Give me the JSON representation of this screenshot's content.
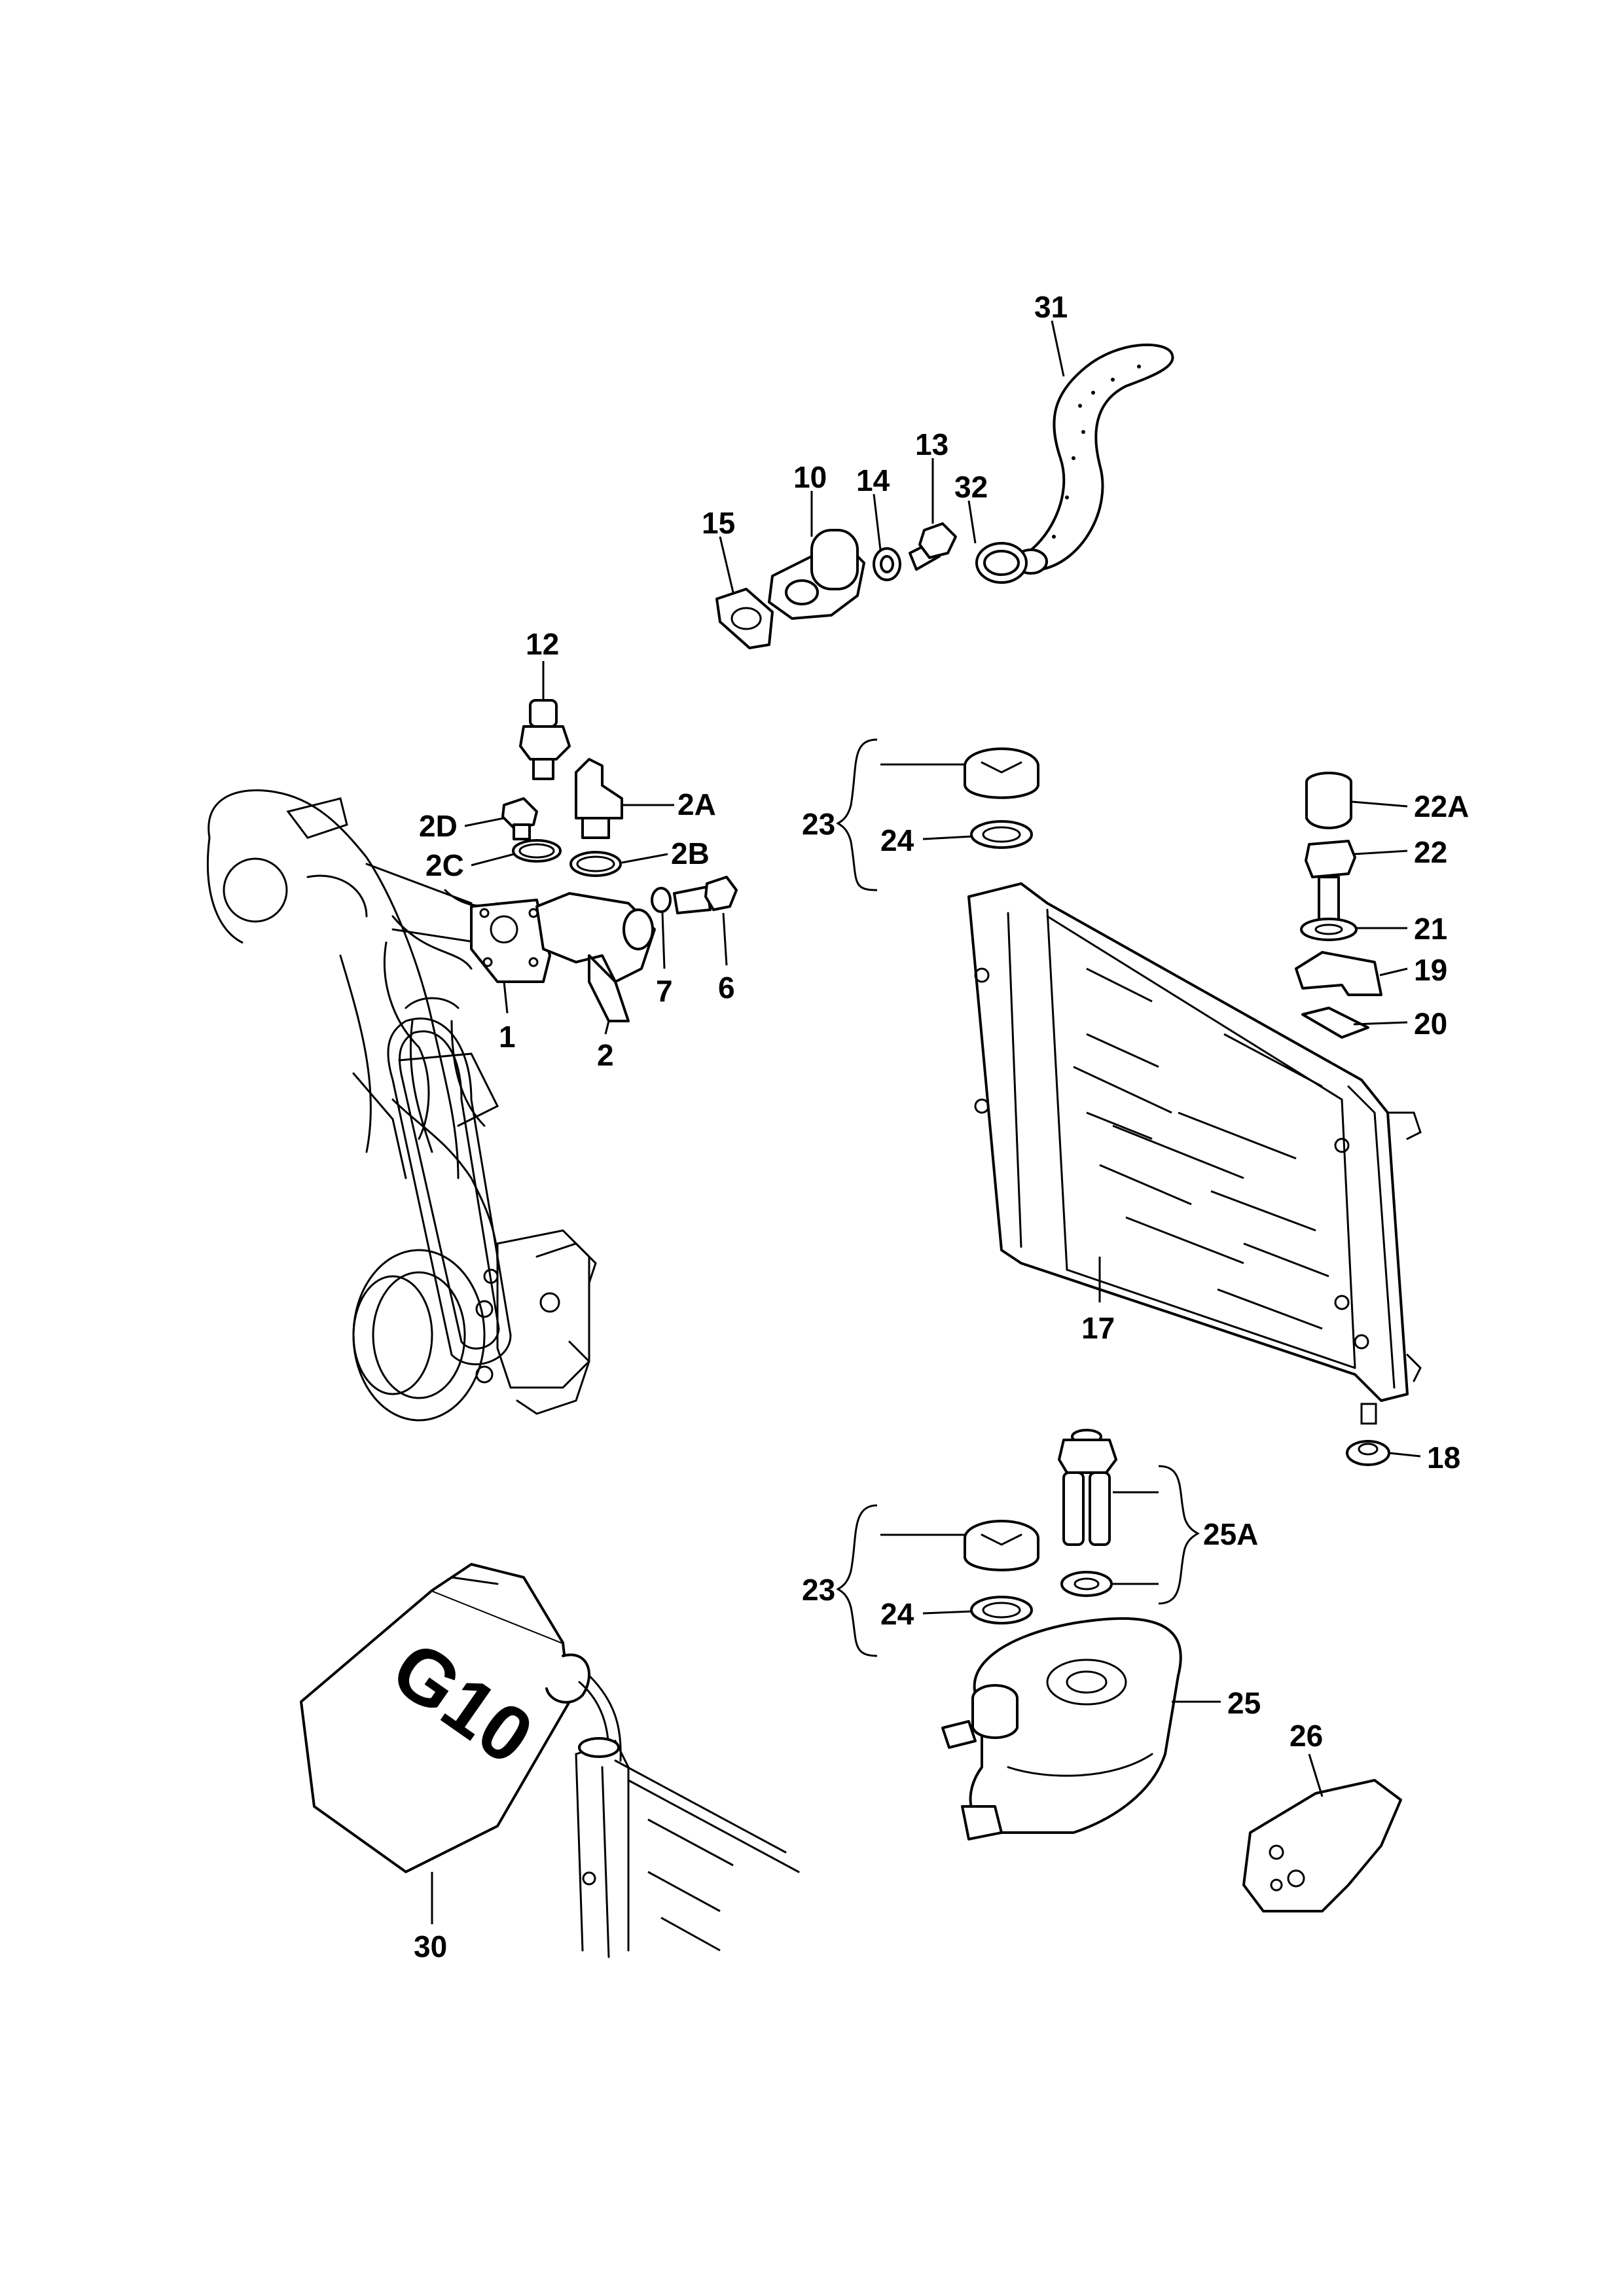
{
  "callouts": {
    "c31": "31",
    "c13": "13",
    "c10": "10",
    "c14": "14",
    "c32": "32",
    "c15": "15",
    "c12": "12",
    "c2A": "2A",
    "c2D": "2D",
    "c2C": "2C",
    "c2B": "2B",
    "c1": "1",
    "c2": "2",
    "c7": "7",
    "c6": "6",
    "c23a": "23",
    "c24a": "24",
    "c22A": "22A",
    "c22": "22",
    "c21": "21",
    "c19": "19",
    "c20": "20",
    "c17": "17",
    "c18": "18",
    "c25A": "25A",
    "c23b": "23",
    "c24b": "24",
    "c25": "25",
    "c26": "26",
    "c30": "30"
  },
  "canister_label": "G10"
}
